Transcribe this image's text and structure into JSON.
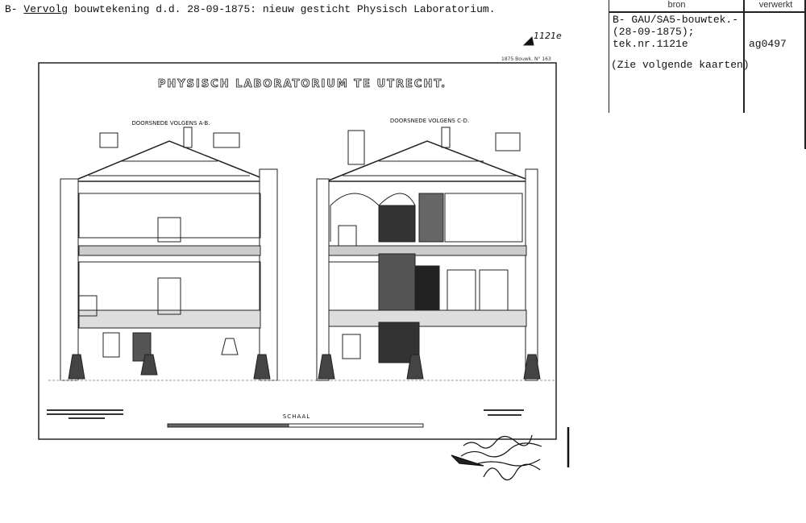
{
  "header": {
    "prefix": "B- ",
    "link": "Vervolg",
    "text": " bouwtekening d.d. 28-09-1875: nieuw gesticht Physisch Laboratorium."
  },
  "card": {
    "col_bron": "bron",
    "col_verwerkt": "verwerkt",
    "bron_lines": [
      "B- GAU/SA5-bouwtek.-",
      "(28-09-1875);",
      "tek.nr.1121e"
    ],
    "note": "(Zie volgende kaarten)",
    "verwerkt": "ag0497"
  },
  "drawing": {
    "title": "PHYSISCH LABORATORIUM TE UTRECHT.",
    "section_ab": "DOORSNEDE VOLGENS A-B.",
    "section_cd": "DOORSNEDE VOLGENS C-D.",
    "scale_label": "SCHAAL",
    "number_mark": "1121e",
    "top_right_note": "1875 Bouwk. N° 163"
  }
}
